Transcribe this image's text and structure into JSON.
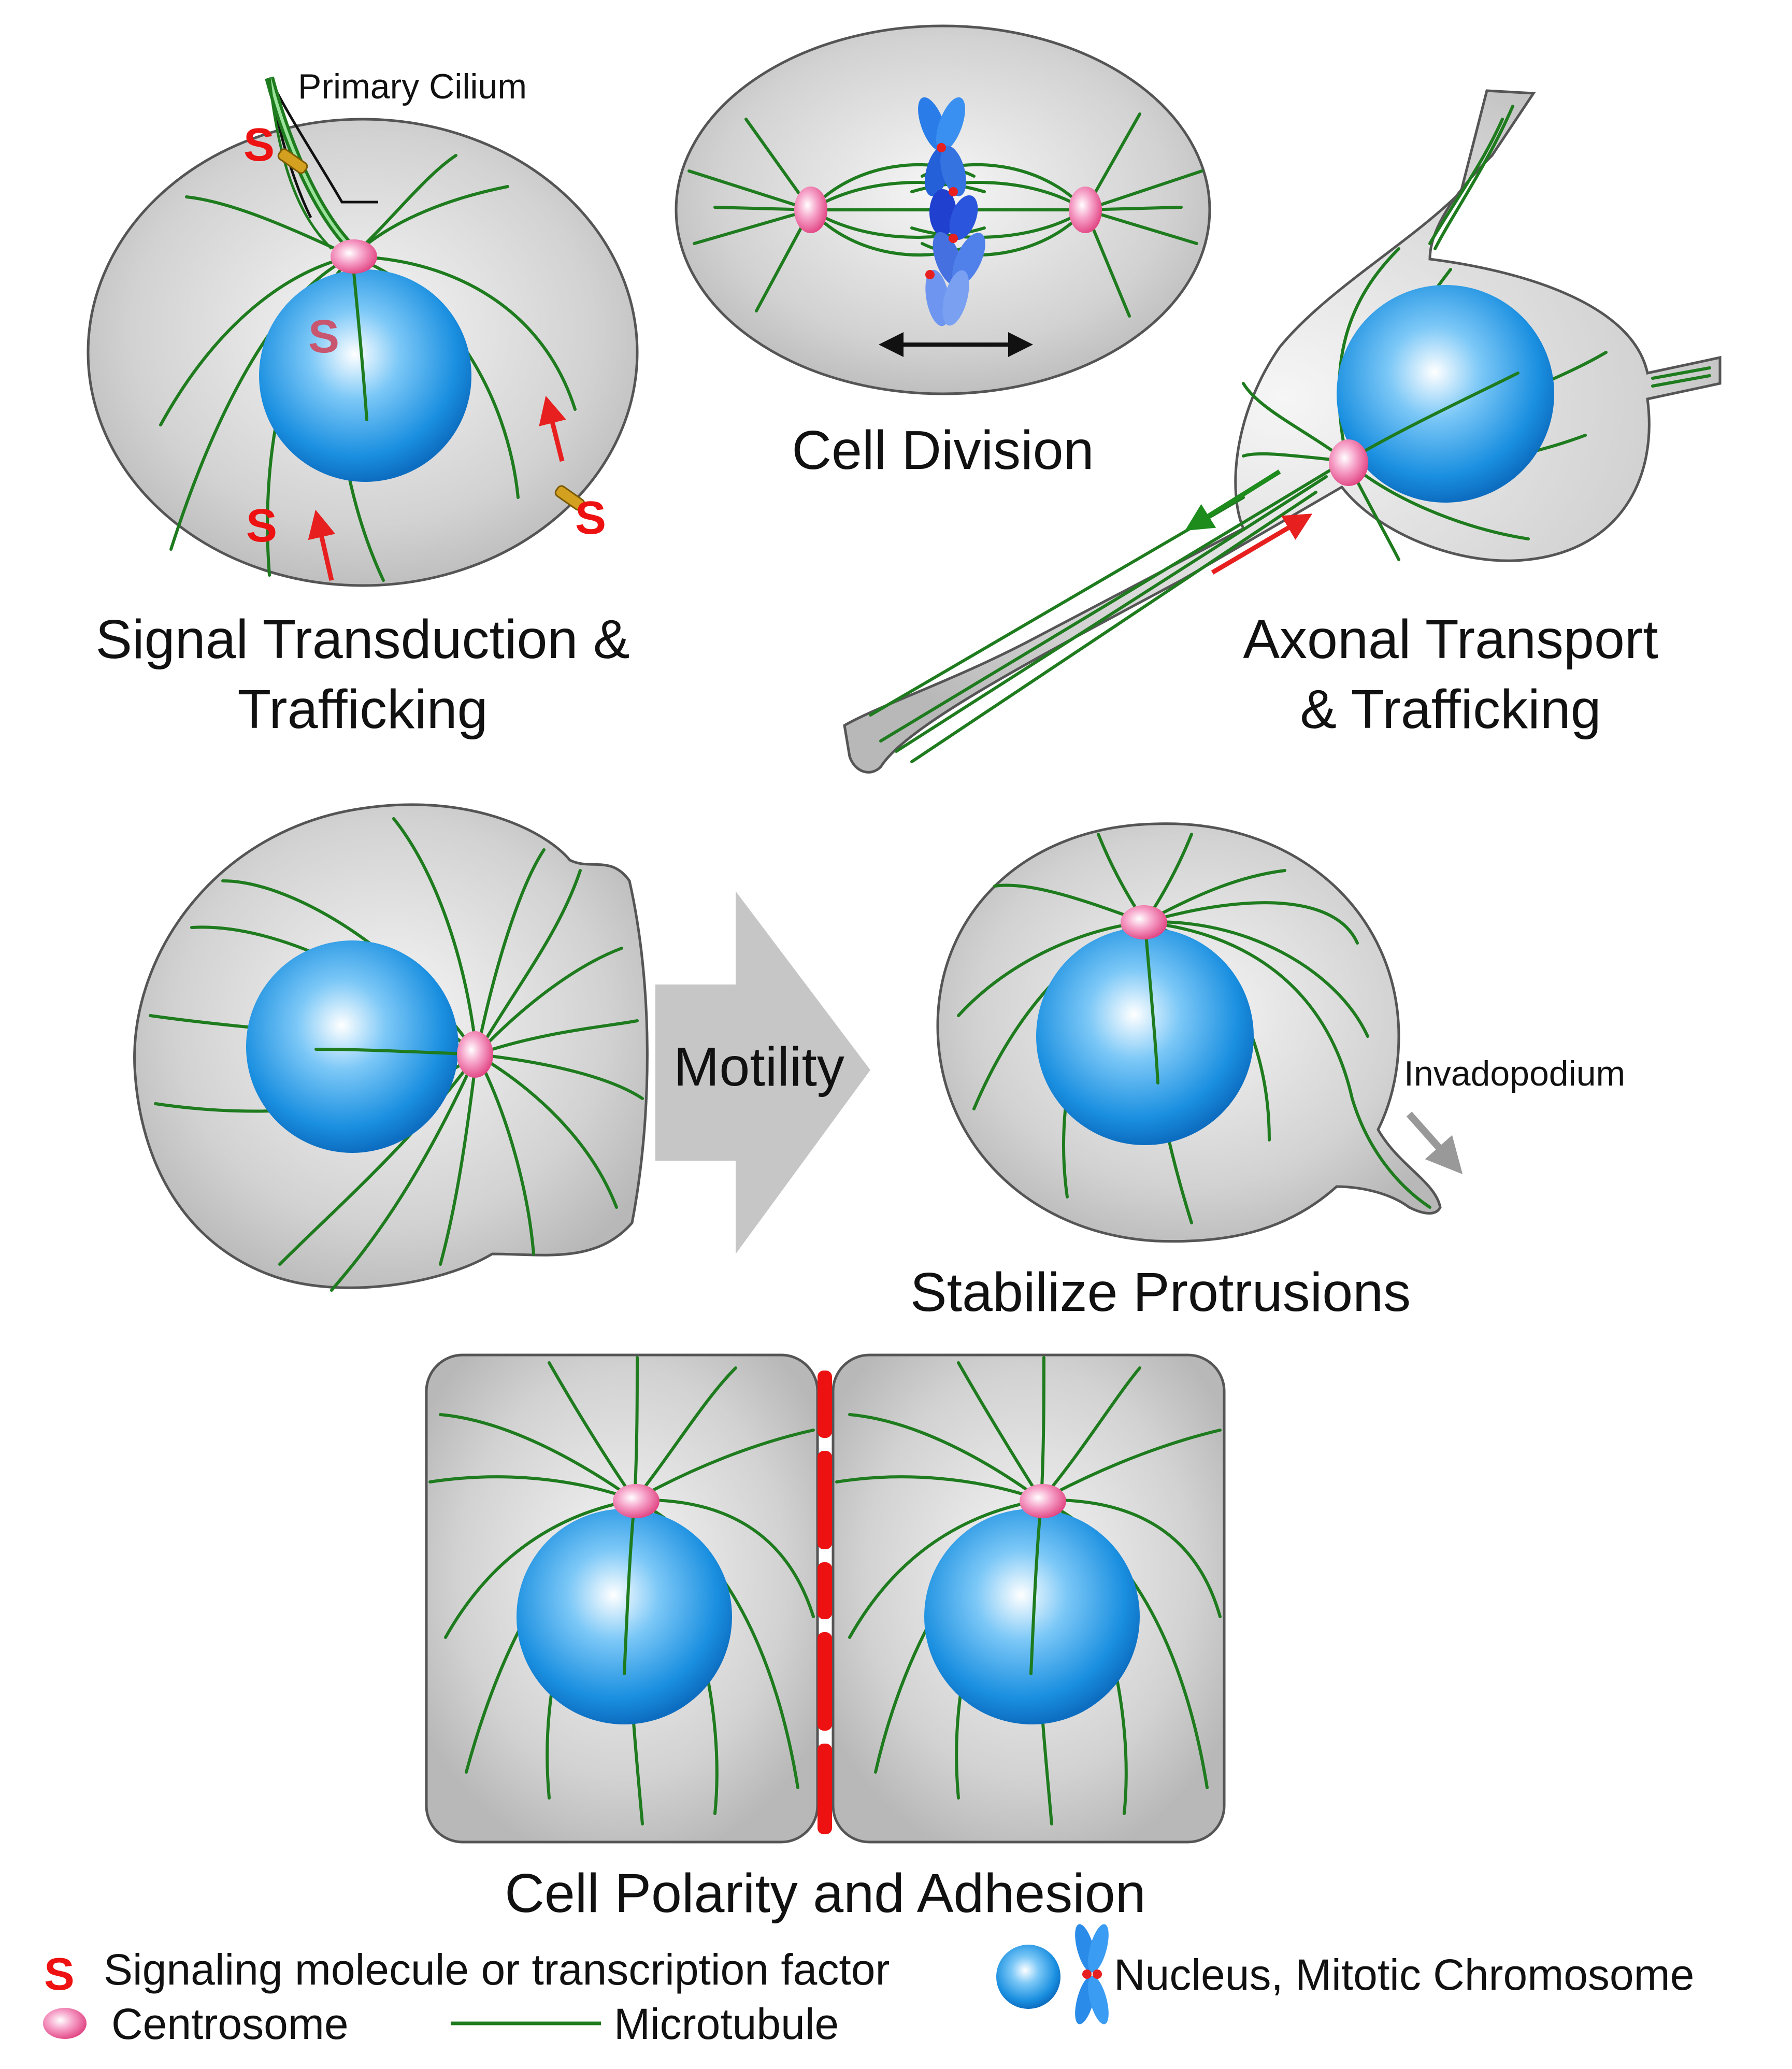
{
  "labels": {
    "primary_cilium": "Primary Cilium",
    "signal_title_1": "Signal Transduction &",
    "signal_title_2": "Trafficking",
    "cell_division": "Cell Division",
    "axonal_title_1": "Axonal Transport",
    "axonal_title_2": "& Trafficking",
    "motility": "Motility",
    "invadopodium": "Invadopodium",
    "stabilize": "Stabilize Protrusions",
    "polarity": "Cell Polarity and Adhesion",
    "s_marker": "S"
  },
  "legend": {
    "signaling": "Signaling molecule or transcription factor",
    "centrosome": "Centrosome",
    "microtubule": "Microtubule",
    "nucleus": "Nucleus, Mitotic Chromosome"
  },
  "colors": {
    "cell_fill": "#cfcfcf",
    "microtubule": "#1e7b1e",
    "nucleus": "#1a8fe0",
    "centrosome": "#f06aa8",
    "signal": "#ee1111",
    "arrow_red": "#e81f1f",
    "arrow_green": "#1d8c1d",
    "adhesion": "#ee1111"
  }
}
